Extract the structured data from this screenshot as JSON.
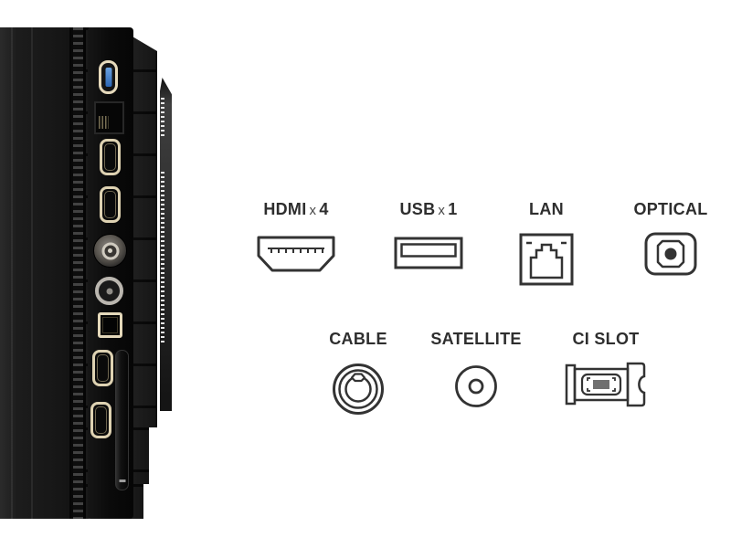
{
  "legend": {
    "row1": [
      {
        "name": "HDMI",
        "times": "x",
        "count": "4"
      },
      {
        "name": "USB",
        "times": "x",
        "count": "1"
      },
      {
        "name": "LAN"
      },
      {
        "name": "OPTICAL"
      }
    ],
    "row2": [
      {
        "name": "CABLE"
      },
      {
        "name": "SATELLITE"
      },
      {
        "name": "CI SLOT"
      }
    ]
  },
  "tv_panel": {
    "description": "Side view of TV rear connection panel",
    "ports_top_to_bottom": [
      "USB",
      "LAN",
      "HDMI",
      "HDMI",
      "RF coax (cable)",
      "Coax (satellite)",
      "Optical digital audio",
      "HDMI",
      "HDMI",
      "CI card slot"
    ]
  },
  "colors": {
    "background": "#ffffff",
    "label_text": "#2e2e2e",
    "icon_stroke": "#333333",
    "tv_body": "#171717",
    "usb_blue": "#3b74c4",
    "port_bezel": "#e0d4b6"
  }
}
